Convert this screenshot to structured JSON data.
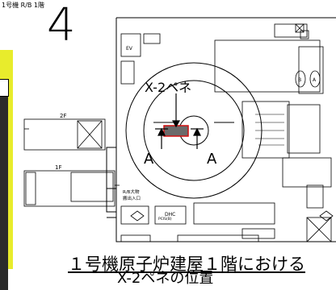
{
  "header": {
    "building_label": "1号機 R/B 1階"
  },
  "big_number": "4",
  "labels": {
    "pene_label": "X-2ペネ",
    "section_left": "A",
    "section_right": "A",
    "floor_2f": "2F",
    "floor_1f": "1F",
    "equipment_carry_in": "R/B大物\n搬出入口",
    "ev": "EV",
    "valve_b": "B",
    "valve_a": "A",
    "dhc": "DHC",
    "pcs": "PCIS(B)"
  },
  "caption": {
    "line1": "１号機原子炉建屋１階における",
    "line2": "X-2ペネの位置"
  },
  "colors": {
    "highlight_fill": "#6b6b6b",
    "highlight_stroke": "#d01010",
    "yellow_strip": "#e8ec2c"
  }
}
